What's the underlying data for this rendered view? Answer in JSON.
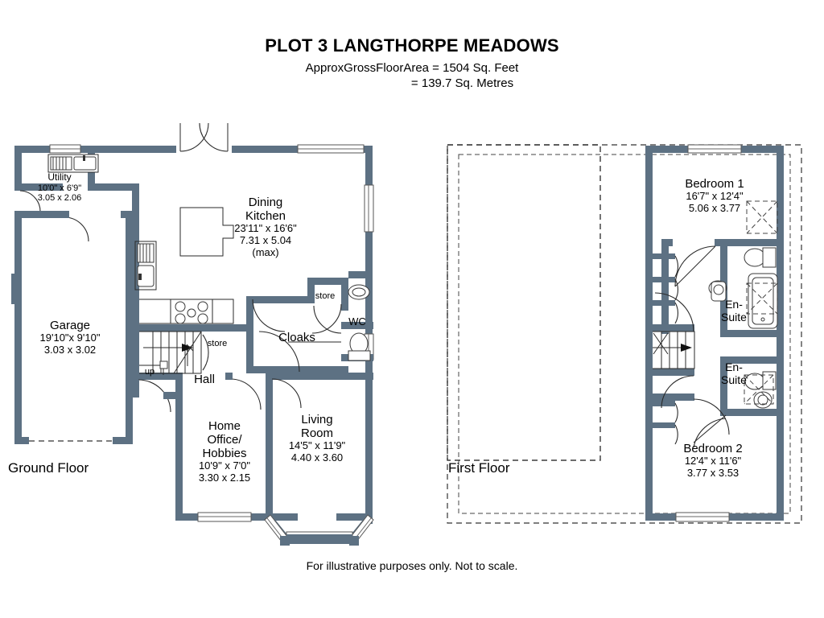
{
  "header": {
    "title": "PLOT 3 LANGTHORPE MEADOWS",
    "area_feet": "ApproxGrossFloorArea = 1504 Sq. Feet",
    "area_metres": "= 139.7 Sq. Metres"
  },
  "footer": {
    "disclaimer": "For illustrative purposes only. Not to scale."
  },
  "floors": {
    "ground_label": "Ground Floor",
    "first_label": "First Floor"
  },
  "ground_floor": {
    "rooms": [
      {
        "name": "Utility",
        "imperial": "10'0\" x 6'9\"",
        "metric": "3.05 x 2.06"
      },
      {
        "name": "Garage",
        "imperial": "19'10\"x 9'10\"",
        "metric": "3.03 x 3.02"
      },
      {
        "name": "Dining\nKitchen",
        "name_line1": "Dining",
        "name_line2": "Kitchen",
        "imperial": "23'11\" x 16'6\"",
        "metric": "7.31 x 5.04",
        "note": "(max)"
      },
      {
        "name": "Home\nOffice/\nHobbies",
        "name_line1": "Home",
        "name_line2": "Office/",
        "name_line3": "Hobbies",
        "imperial": "10'9\" x 7'0\"",
        "metric": "3.30 x 2.15"
      },
      {
        "name": "Living\nRoom",
        "name_line1": "Living",
        "name_line2": "Room",
        "imperial": "14'5\" x 11'9\"",
        "metric": "4.40 x 3.60"
      }
    ],
    "minor_labels": [
      {
        "text": "Hall"
      },
      {
        "text": "Cloaks"
      },
      {
        "text": "WC"
      },
      {
        "text": "store"
      },
      {
        "text": "store"
      },
      {
        "text": "up"
      }
    ]
  },
  "first_floor": {
    "rooms": [
      {
        "name": "Bedroom 1",
        "imperial": "16'7\" x 12'4\"",
        "metric": "5.06 x 3.77"
      },
      {
        "name": "Bedroom 2",
        "imperial": "12'4\" x 11'6\"",
        "metric": "3.77 x 3.53"
      }
    ],
    "minor_labels": [
      {
        "line1": "En-",
        "line2": "Suite"
      },
      {
        "line1": "En-",
        "line2": "Suite"
      }
    ]
  },
  "colors": {
    "wall": "#5d7183",
    "line": "#2a2a2a",
    "background": "#ffffff"
  }
}
